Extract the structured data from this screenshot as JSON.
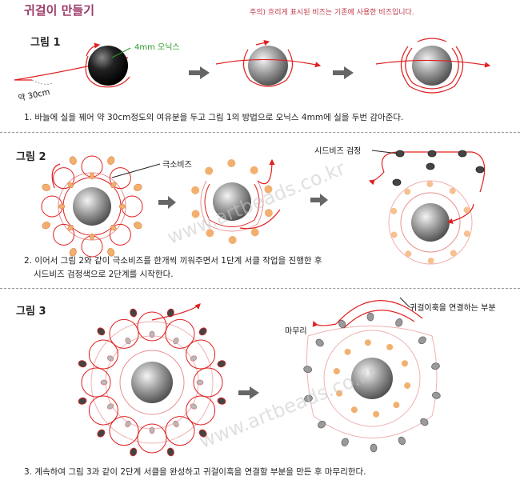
{
  "title": "귀걸이 만들기",
  "note": "주의) 흐리게 표시된 비즈는 기존에 사용한 비즈입니다.",
  "fig1": {
    "label": "그림 1",
    "bead_callout": "4mm 오닉스",
    "length_callout": "약 30cm",
    "step": "1. 바늘에 실을 꿰어 약 30cm정도의 여유분을 두고 그림 1의 방법으로 오닉스 4mm에 실을 두번 감아준다."
  },
  "fig2": {
    "label": "그림 2",
    "bead_callout": "극소비즈",
    "seed_callout": "시드비즈 검정",
    "step_line1": "2. 이어서 그림 2와 같이 극소비즈를 한개씩 끼워주면서 1단계 서클 작업을 진행한 후",
    "step_line2": "시드비즈 검정색으로 2단계를 시작한다."
  },
  "fig3": {
    "label": "그림 3",
    "hook_callout": "귀걸이훅을 연결하는 부분",
    "finish_callout": "마무리",
    "step": "3. 계속하여 그림 3과 같이 2단계 서클을 완성하고 귀걸이훅을 연결할 부분을 만든 후 마무리한다."
  },
  "watermark": "www.artbeads.co.kr",
  "colors": {
    "thread": "#e02020",
    "seed_orange": "#f2b070",
    "seed_black": "#444444",
    "arrow_gray": "#666666"
  }
}
